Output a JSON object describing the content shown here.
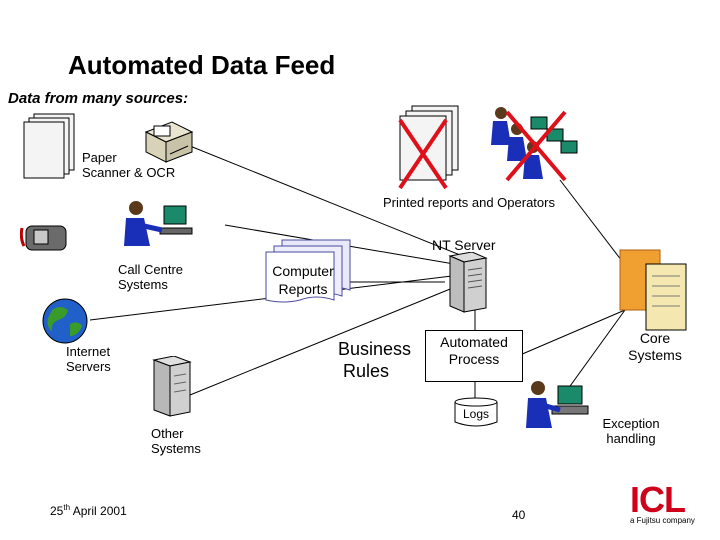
{
  "title": "Automated Data Feed",
  "subtitle": "Data from many sources:",
  "nodes": {
    "paper_scanner": "Paper\nScanner & OCR",
    "printed_reports": "Printed reports and Operators",
    "nt_server": "NT Server",
    "call_centre": "Call Centre\nSystems",
    "computer_reports": "Computer\nReports",
    "internet_servers": "Internet\nServers",
    "business_rules": "Business\n Rules",
    "automated_process": "Automated\nProcess",
    "core_systems": "Core\nSystems",
    "logs": "Logs",
    "other_systems": "Other\nSystems",
    "exception_handling": "Exception\nhandling"
  },
  "footer": {
    "date_prefix": "25",
    "date_sup": "th",
    "date_suffix": " April 2001",
    "page_number": "40"
  },
  "logo": {
    "brand": "ICL",
    "tagline": "a Fujitsu company"
  },
  "colors": {
    "cross": "#e0101a",
    "person": "#1a2fb8",
    "logo": "#d0021b",
    "monitor": "#1a8a6a"
  }
}
